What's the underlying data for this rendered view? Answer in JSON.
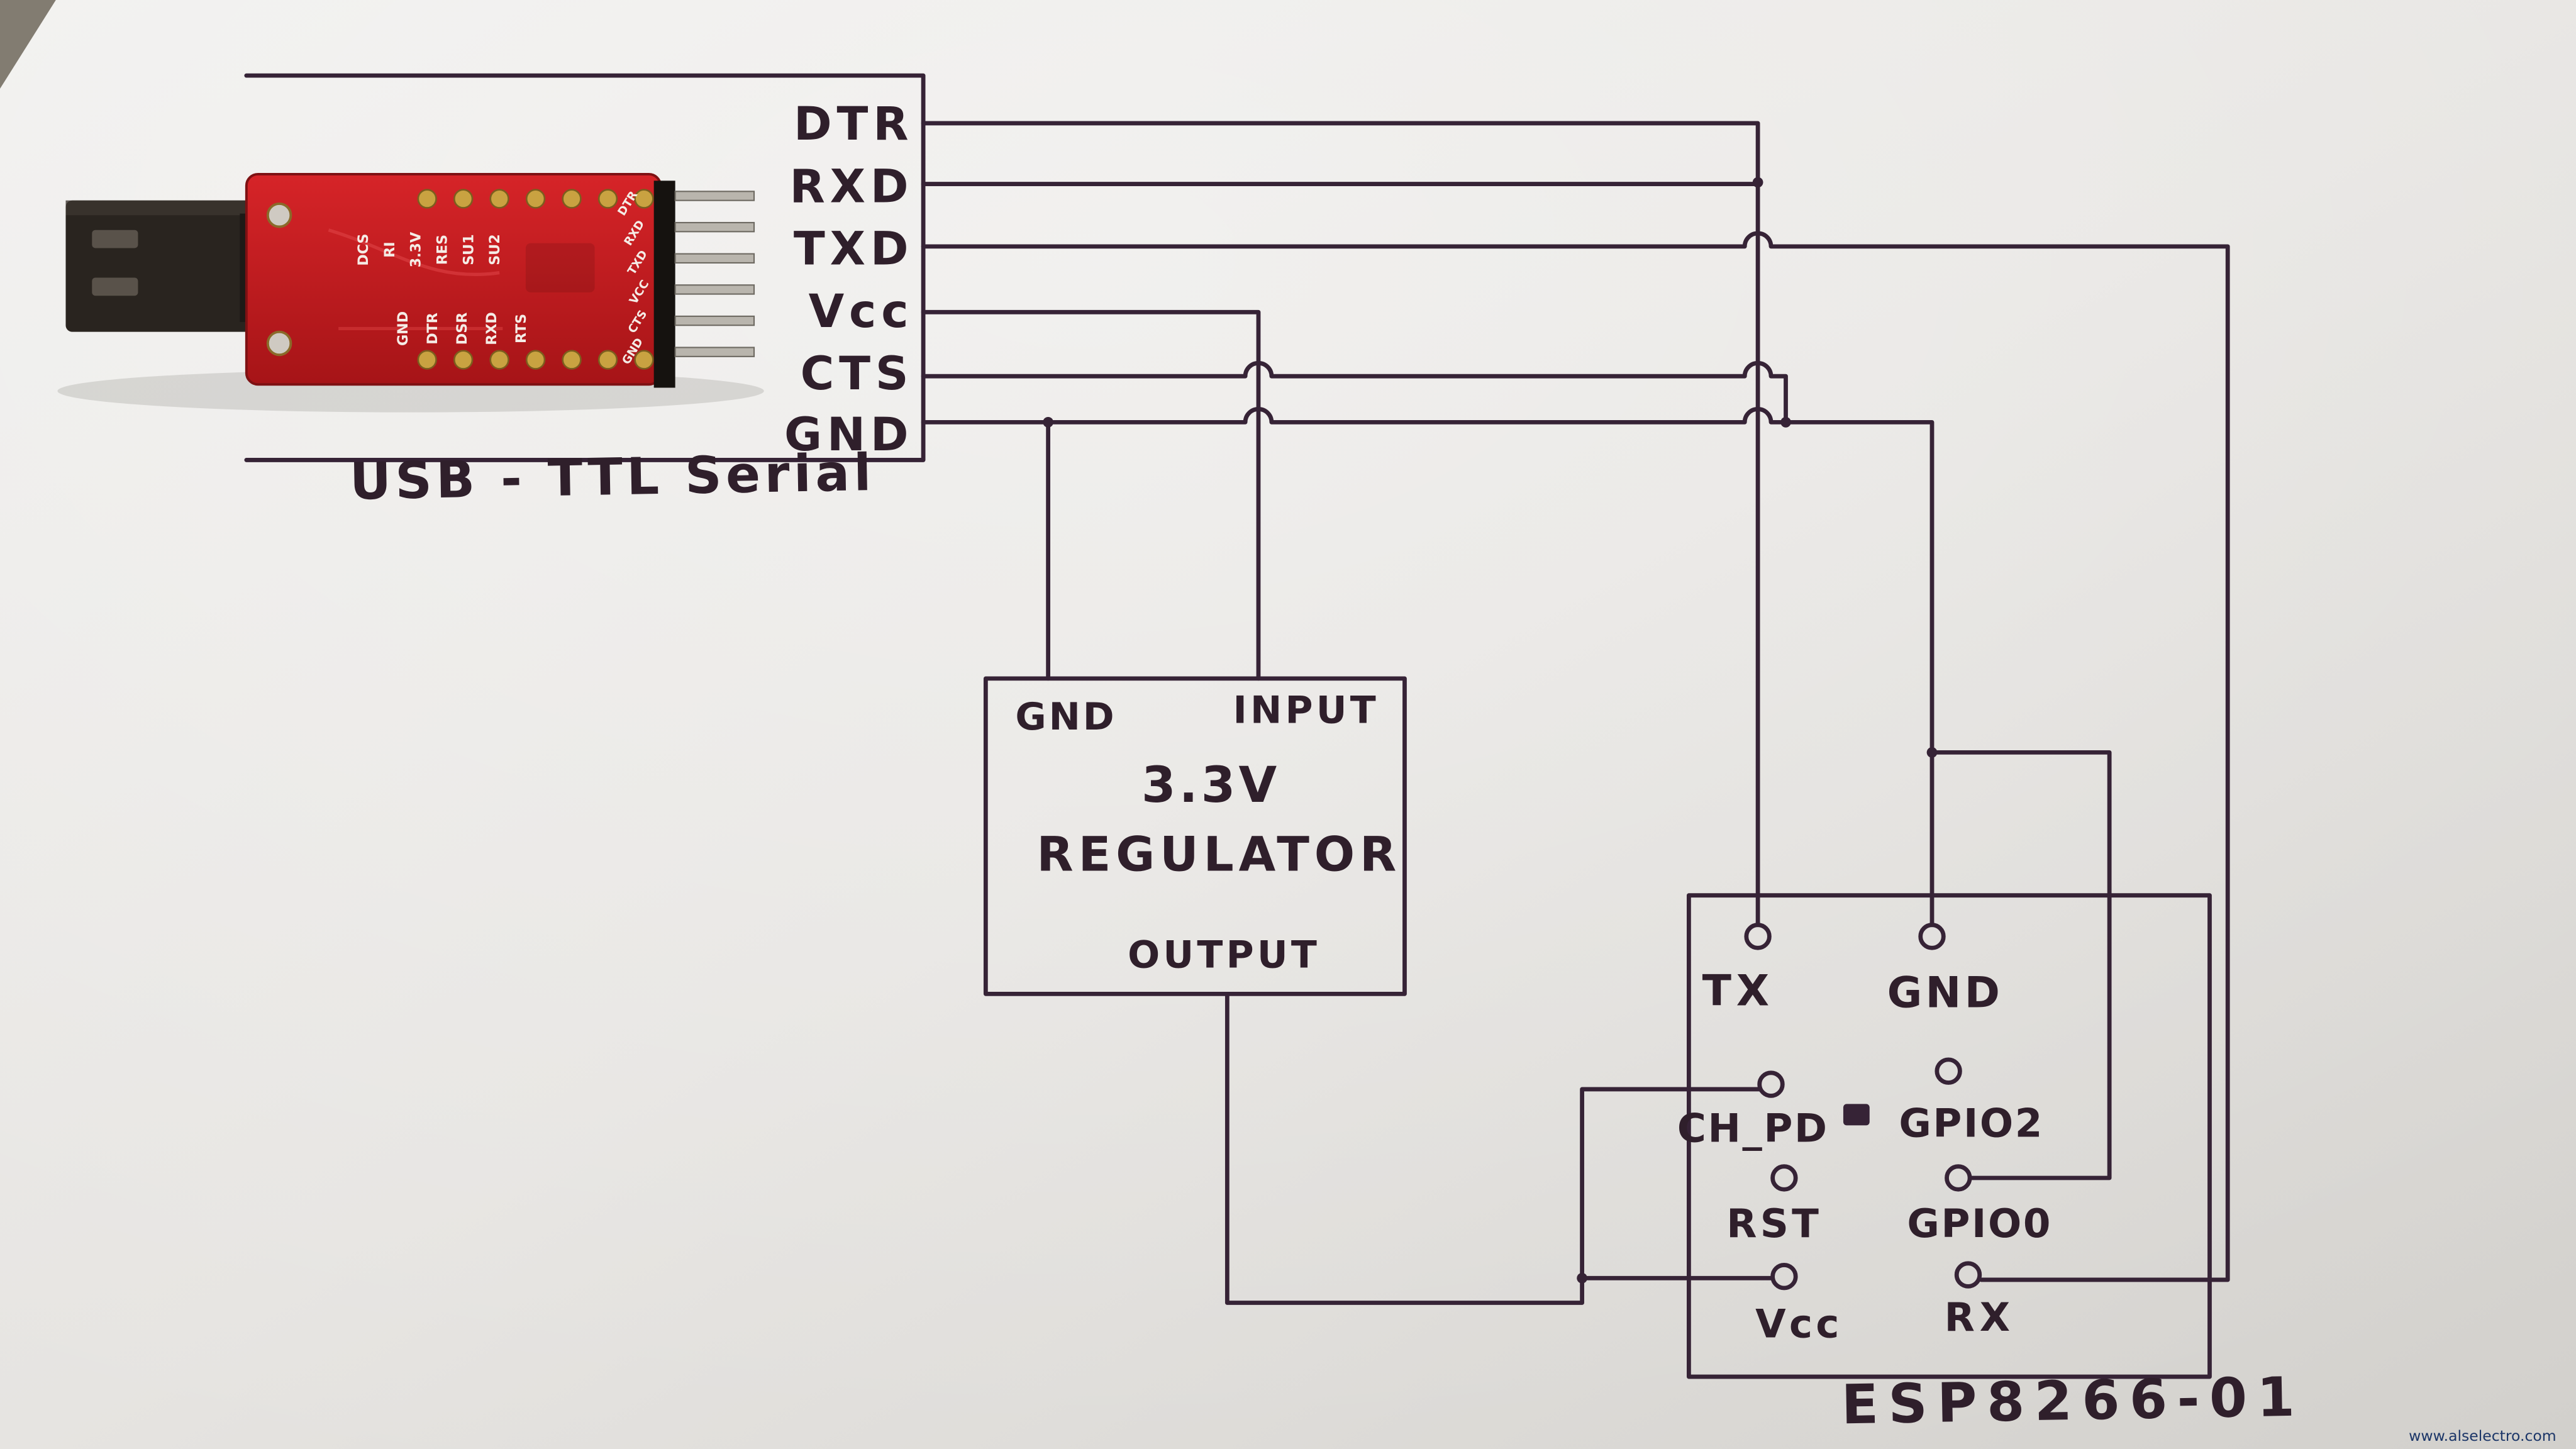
{
  "usb_ttl": {
    "caption": "USB - TTL Serial",
    "pins": [
      "DTR",
      "RXD",
      "TXD",
      "Vcc",
      "CTS",
      "GND"
    ],
    "silkscreen_top": [
      "DCS",
      "RI",
      "3.3V",
      "RES",
      "SU1",
      "SU2"
    ],
    "silkscreen_bottom": [
      "GND",
      "DTR",
      "DSR",
      "RXD",
      "RTS"
    ],
    "silkscreen_edge": [
      "DTR",
      "RXD",
      "TXD",
      "VCC",
      "CTS",
      "GND"
    ]
  },
  "regulator": {
    "pin_gnd": "GND",
    "pin_input": "INPUT",
    "name_line1": "3.3V",
    "name_line2": "REGULATOR",
    "pin_output": "OUTPUT"
  },
  "esp8266": {
    "caption": "ESP8266-01",
    "pin_tx": "TX",
    "pin_gnd": "GND",
    "pin_chpd": "CH_PD",
    "pin_gpio2": "GPIO2",
    "pin_rst": "RST",
    "pin_gpio0": "GPIO0",
    "pin_vcc": "Vcc",
    "pin_rx": "RX"
  },
  "watermark": "www.alselectro.com",
  "colors": {
    "ink": "#362336",
    "paper": "#e7e5e2",
    "board_red": "#c81e22",
    "pad_gold": "#c9a241",
    "watermark_blue": "#1c3668"
  }
}
